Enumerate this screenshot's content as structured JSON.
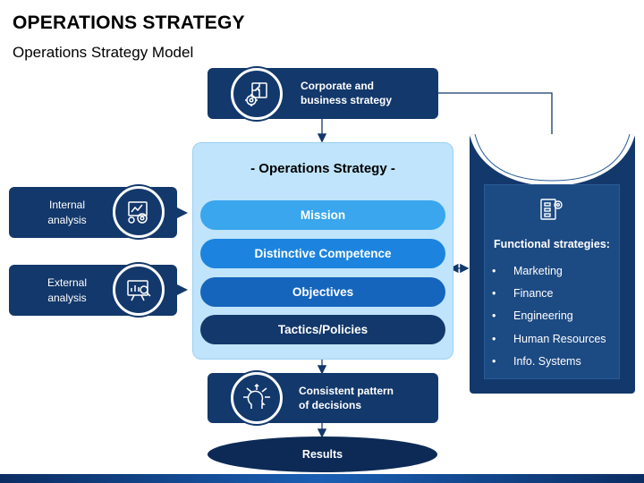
{
  "header": {
    "title": "OPERATIONS STRATEGY",
    "subtitle": "Operations Strategy Model"
  },
  "corporate": {
    "label_line1": "Corporate and",
    "label_line2": "business strategy",
    "icon": "puzzle-gear-icon"
  },
  "ops_strategy": {
    "title": "- Operations Strategy -",
    "items": [
      "Mission",
      "Distinctive Competence",
      "Objectives",
      "Tactics/Policies"
    ],
    "item_colors": [
      "#39a6ee",
      "#1c84de",
      "#1565bd",
      "#13386b"
    ]
  },
  "internal": {
    "label_line1": "Internal",
    "label_line2": "analysis",
    "icon": "analysis-gear-icon"
  },
  "external": {
    "label_line1": "External",
    "label_line2": "analysis",
    "icon": "presentation-search-icon"
  },
  "functional": {
    "title": "Functional strategies:",
    "bullet": "•",
    "items": [
      "Marketing",
      "Finance",
      "Engineering",
      "Human Resources",
      "Info. Systems"
    ],
    "icon": "flowchart-icon"
  },
  "decisions": {
    "label_line1": "Consistent pattern",
    "label_line2": "of decisions",
    "icon": "head-arrows-icon"
  },
  "results": {
    "label": "Results"
  },
  "colors": {
    "navy": "#13386b",
    "light_panel": "#bfe4fb"
  }
}
